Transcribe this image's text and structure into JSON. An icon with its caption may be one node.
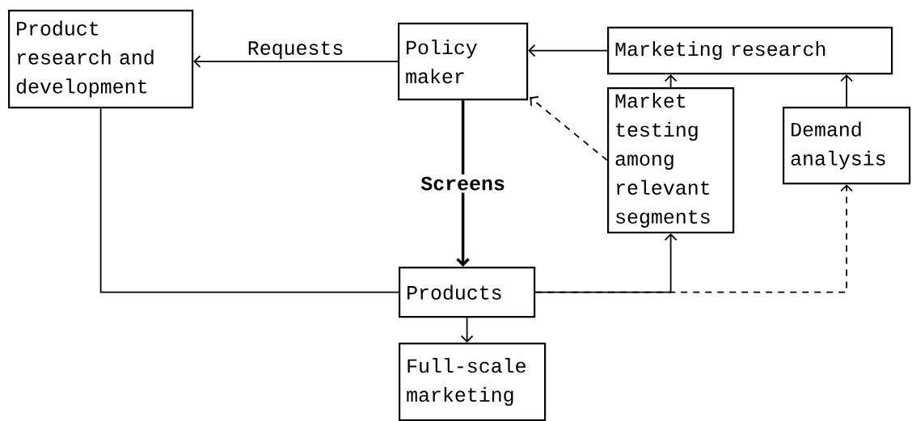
{
  "diagram": {
    "nodes": [
      {
        "text": [
          "Product research and development"
        ]
      },
      {
        "text": [
          "Policy maker"
        ]
      },
      {
        "text": [
          "Marketing research"
        ]
      },
      {
        "text": [
          "Market testing among relevant segments"
        ]
      },
      {
        "text": [
          "Demand analysis"
        ]
      },
      {
        "text": [
          "Products"
        ]
      },
      {
        "text": [
          "Full-scale marketing"
        ]
      }
    ],
    "edges": [
      {
        "from": 1,
        "to": 0,
        "arrow": "to",
        "label": "Requests"
      },
      {
        "from": 2,
        "to": 1,
        "arrow": "to"
      },
      {
        "from": 3,
        "to": 2,
        "arrow": "to"
      },
      {
        "from": 4,
        "to": 2,
        "arrow": "to"
      },
      {
        "from": 3,
        "to": 1,
        "arrow": "to",
        "style": "dashed"
      },
      {
        "from": 1,
        "to": 5,
        "arrow": "to",
        "label": "Screens",
        "style": "thick"
      },
      {
        "from": 0,
        "to": 5,
        "arrow": "none"
      },
      {
        "from": 5,
        "to": 4,
        "arrow": "to",
        "style": "dashed"
      },
      {
        "from": 5,
        "to": 3,
        "arrow": "to"
      },
      {
        "from": 5,
        "to": 6,
        "arrow": "to"
      }
    ]
  }
}
